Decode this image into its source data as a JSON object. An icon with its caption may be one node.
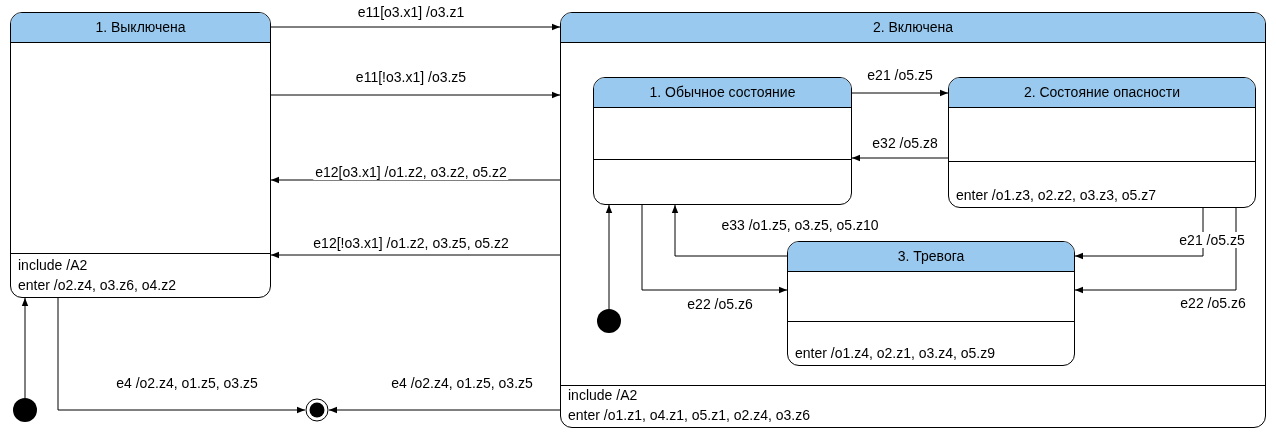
{
  "diagram": {
    "nodes": [
      {
        "text": [
          "1. Выключена",
          "include /A2",
          "enter /o2.z4, o3.z6, o4.z2"
        ]
      },
      {
        "text": [
          "2. Включена",
          "include /A2",
          "enter /o1.z1, o4.z1, o5.z1, o2.z4, o3.z6"
        ]
      },
      {
        "text": [
          "1. Обычное состояние"
        ],
        "in": 1
      },
      {
        "text": [
          "2. Состояние опасности",
          "enter /o1.z3, o2.z2, o3.z3, o5.z7"
        ],
        "in": 1
      },
      {
        "text": [
          "3. Тревога",
          "enter /o1.z4, o2.z1, o3.z4, o5.z9"
        ],
        "in": 1
      },
      {
        "text": [],
        "shape": "circle"
      },
      {
        "text": [],
        "shape": "circle"
      },
      {
        "text": [],
        "shape": "circle",
        "in": 1
      }
    ],
    "edges": [
      {
        "from": 0,
        "to": 1,
        "arrow": "to",
        "label": "e11[o3.x1] /o3.z1"
      },
      {
        "from": 0,
        "to": 1,
        "arrow": "to",
        "label": "e11[!o3.x1] /o3.z5"
      },
      {
        "from": 1,
        "to": 0,
        "arrow": "to",
        "label": "e12[o3.x1] /o1.z2, o3.z2, o5.z2"
      },
      {
        "from": 1,
        "to": 0,
        "arrow": "to",
        "label": "e12[!o3.x1] /o1.z2, o3.z5, o5.z2"
      },
      {
        "from": 5,
        "to": 0,
        "arrow": "to"
      },
      {
        "from": 0,
        "to": 6,
        "arrow": "to",
        "label": "e4 /o2.z4, o1.z5, o3.z5"
      },
      {
        "from": 1,
        "to": 6,
        "arrow": "to",
        "label": "e4 /o2.z4, o1.z5, o3.z5"
      },
      {
        "from": 2,
        "to": 3,
        "arrow": "to",
        "label": "e21 /o5.z5"
      },
      {
        "from": 3,
        "to": 2,
        "arrow": "to",
        "label": "e32 /o5.z8"
      },
      {
        "from": 7,
        "to": 2,
        "arrow": "to"
      },
      {
        "from": 4,
        "to": 2,
        "arrow": "to",
        "label": "e33 /o1.z5, o3.z5, o5.z10"
      },
      {
        "from": 2,
        "to": 4,
        "arrow": "to",
        "label": "e22 /o5.z6"
      },
      {
        "from": 3,
        "to": 4,
        "arrow": "to",
        "label": "e21 /o5.z5"
      },
      {
        "from": 3,
        "to": 4,
        "arrow": "to",
        "label": "e22 /o5.z6"
      }
    ]
  }
}
